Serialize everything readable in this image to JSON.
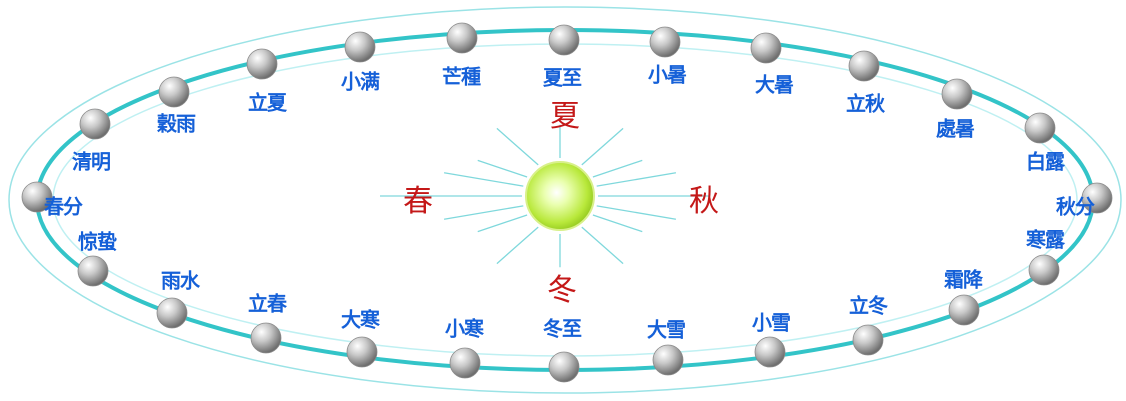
{
  "seasons": {
    "spring": "春",
    "summer": "夏",
    "autumn": "秋",
    "winter": "冬"
  },
  "solar_terms": [
    "夏至",
    "小暑",
    "大暑",
    "立秋",
    "處暑",
    "白露",
    "秋分",
    "寒露",
    "霜降",
    "立冬",
    "小雪",
    "大雪",
    "冬至",
    "小寒",
    "大寒",
    "立春",
    "雨水",
    "惊蛰",
    "春分",
    "清明",
    "穀雨",
    "立夏",
    "小满",
    "芒種"
  ],
  "colors": {
    "orbit": "#33c4c8",
    "term_text": "#1560d8",
    "season_text": "#c41818",
    "sun": "#b8e83a"
  }
}
